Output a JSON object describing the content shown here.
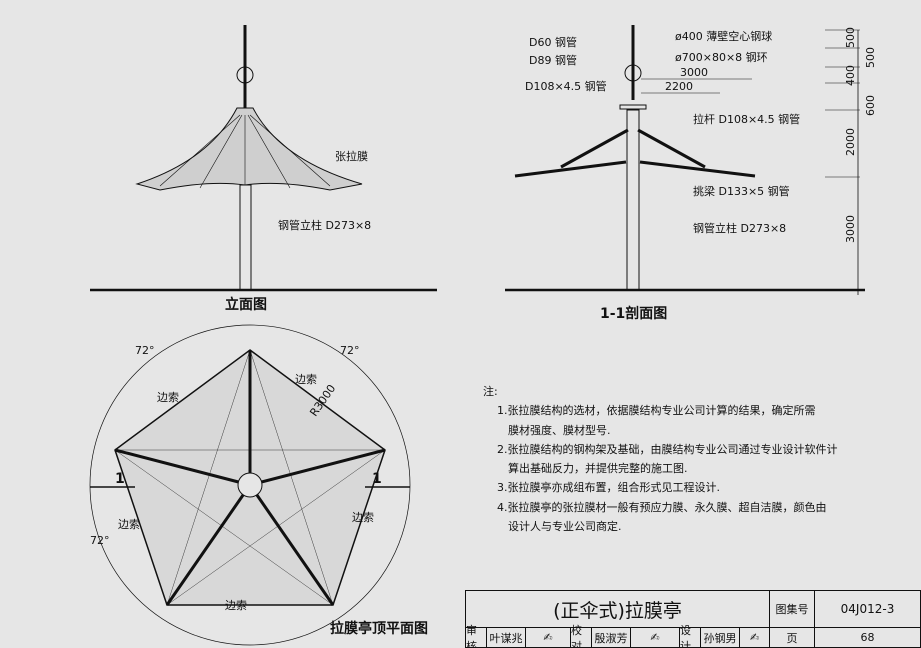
{
  "elevation": {
    "title": "立面图",
    "membrane": "张拉膜",
    "column": "钢管立柱 D273×8"
  },
  "section": {
    "title": "1-1剖面图",
    "d60": "D60 钢管",
    "d89": "D89 钢管",
    "d108": "D108×4.5 钢管",
    "ball": "ø400 薄壁空心钢球",
    "ring": "ø700×80×8 钢环",
    "dim3000": "3000",
    "dim2200": "2200",
    "tie": "拉杆 D108×4.5 钢管",
    "beam": "挑梁 D133×5 钢管",
    "column": "钢管立柱 D273×8",
    "vdims": [
      "500",
      "500",
      "400",
      "600",
      "2000",
      "3000"
    ]
  },
  "plan": {
    "title": "拉膜亭顶平面图",
    "edge_cable": "边索",
    "radius": "R3000",
    "angle": "72°",
    "section_mark": "1"
  },
  "notes": {
    "heading": "注:",
    "items": [
      "1.张拉膜结构的选材，依据膜结构专业公司计算的结果，确定所需",
      "　膜材强度、膜材型号.",
      "2.张拉膜结构的钢构架及基础，由膜结构专业公司通过专业设计软件计",
      "　算出基础反力，并提供完整的施工图.",
      "3.张拉膜亭亦成组布置，组合形式见工程设计.",
      "4.张拉膜亭的张拉膜材一般有预应力膜、永久膜、超自洁膜，颜色由",
      "　设计人与专业公司商定."
    ]
  },
  "titleblock": {
    "title": "(正伞式)拉膜亭",
    "atlas_label": "图集号",
    "atlas_no": "04J012-3",
    "page_label": "页",
    "page_no": "68",
    "review": "审核",
    "reviewer": "叶谋兆",
    "check": "校对",
    "checker": "殷淑芳",
    "design": "设计",
    "designer": "孙钢男"
  }
}
